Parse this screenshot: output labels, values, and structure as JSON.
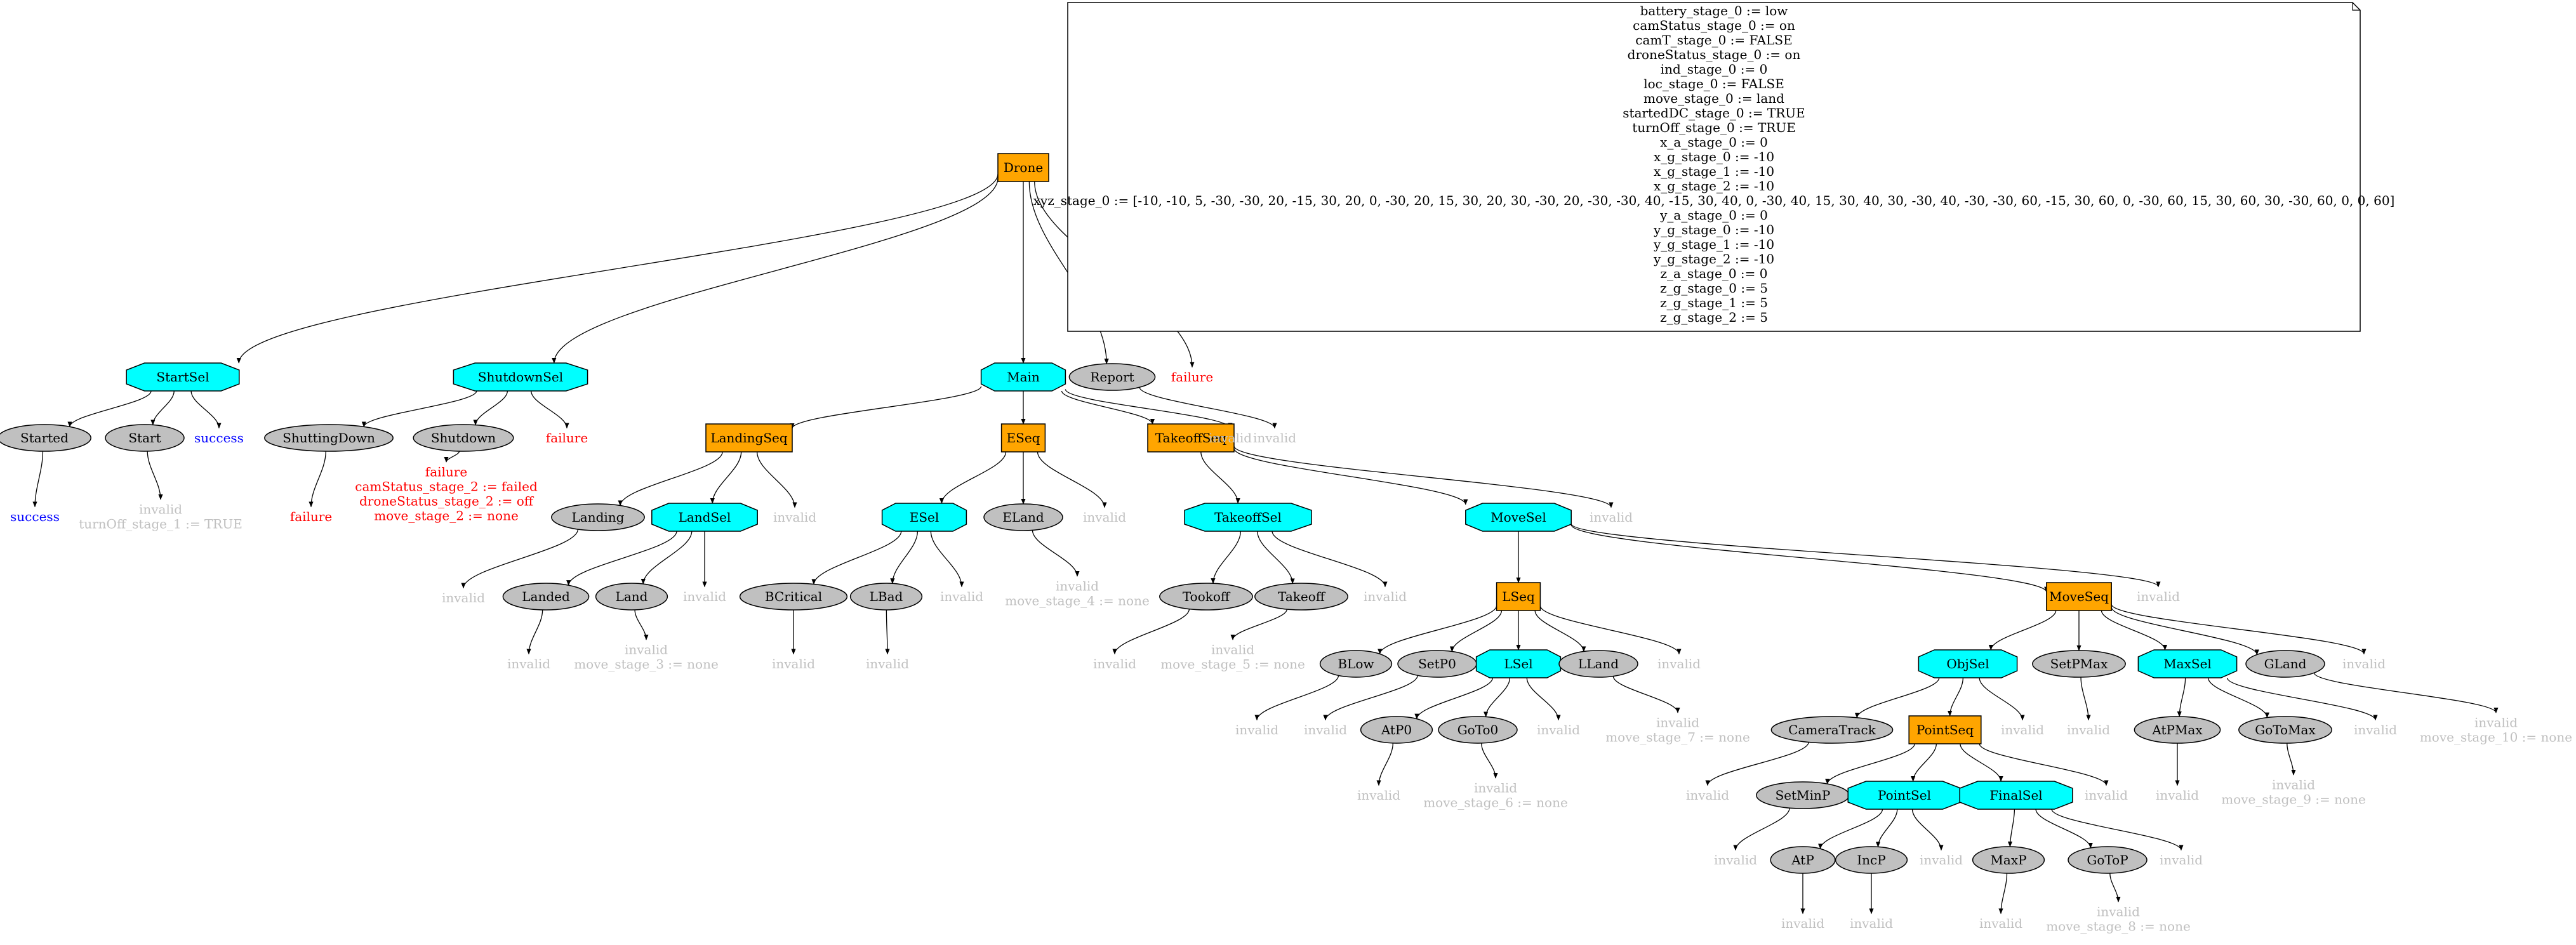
{
  "nodes": [
    {
      "id": "drone",
      "label": "Drone",
      "shape": "box",
      "color": "#ffa500"
    },
    {
      "id": "startsel",
      "label": "StartSel",
      "shape": "oct",
      "color": "#00ffff"
    },
    {
      "id": "shutdownsel",
      "label": "ShutdownSel",
      "shape": "oct",
      "color": "#00ffff"
    },
    {
      "id": "main",
      "label": "Main",
      "shape": "oct",
      "color": "#00ffff"
    },
    {
      "id": "report",
      "label": "Report",
      "shape": "ellipse",
      "color": "#c0c0c0"
    },
    {
      "id": "started",
      "label": "Started",
      "shape": "ellipse",
      "color": "#c0c0c0"
    },
    {
      "id": "start",
      "label": "Start",
      "shape": "ellipse",
      "color": "#c0c0c0"
    },
    {
      "id": "shuttingdown",
      "label": "ShuttingDown",
      "shape": "ellipse",
      "color": "#c0c0c0"
    },
    {
      "id": "shutdown",
      "label": "Shutdown",
      "shape": "ellipse",
      "color": "#c0c0c0"
    },
    {
      "id": "landingseq",
      "label": "LandingSeq",
      "shape": "box",
      "color": "#ffa500"
    },
    {
      "id": "eseq",
      "label": "ESeq",
      "shape": "box",
      "color": "#ffa500"
    },
    {
      "id": "takeoffseq",
      "label": "TakeoffSeq",
      "shape": "box",
      "color": "#ffa500"
    },
    {
      "id": "landing",
      "label": "Landing",
      "shape": "ellipse",
      "color": "#c0c0c0"
    },
    {
      "id": "landsel",
      "label": "LandSel",
      "shape": "oct",
      "color": "#00ffff"
    },
    {
      "id": "esel",
      "label": "ESel",
      "shape": "oct",
      "color": "#00ffff"
    },
    {
      "id": "eland",
      "label": "ELand",
      "shape": "ellipse",
      "color": "#c0c0c0"
    },
    {
      "id": "takeoffsel",
      "label": "TakeoffSel",
      "shape": "oct",
      "color": "#00ffff"
    },
    {
      "id": "movesel",
      "label": "MoveSel",
      "shape": "oct",
      "color": "#00ffff"
    },
    {
      "id": "landed",
      "label": "Landed",
      "shape": "ellipse",
      "color": "#c0c0c0"
    },
    {
      "id": "land",
      "label": "Land",
      "shape": "ellipse",
      "color": "#c0c0c0"
    },
    {
      "id": "bcritical",
      "label": "BCritical",
      "shape": "ellipse",
      "color": "#c0c0c0"
    },
    {
      "id": "lbad",
      "label": "LBad",
      "shape": "ellipse",
      "color": "#c0c0c0"
    },
    {
      "id": "tookoff",
      "label": "Tookoff",
      "shape": "ellipse",
      "color": "#c0c0c0"
    },
    {
      "id": "takeoff",
      "label": "Takeoff",
      "shape": "ellipse",
      "color": "#c0c0c0"
    },
    {
      "id": "lseq",
      "label": "LSeq",
      "shape": "box",
      "color": "#ffa500"
    },
    {
      "id": "moveseq",
      "label": "MoveSeq",
      "shape": "box",
      "color": "#ffa500"
    },
    {
      "id": "blow",
      "label": "BLow",
      "shape": "ellipse",
      "color": "#c0c0c0"
    },
    {
      "id": "setp0",
      "label": "SetP0",
      "shape": "ellipse",
      "color": "#c0c0c0"
    },
    {
      "id": "lsel",
      "label": "LSel",
      "shape": "oct",
      "color": "#00ffff"
    },
    {
      "id": "lland",
      "label": "LLand",
      "shape": "ellipse",
      "color": "#c0c0c0"
    },
    {
      "id": "atp0",
      "label": "AtP0",
      "shape": "ellipse",
      "color": "#c0c0c0"
    },
    {
      "id": "goto0",
      "label": "GoTo0",
      "shape": "ellipse",
      "color": "#c0c0c0"
    },
    {
      "id": "objsel",
      "label": "ObjSel",
      "shape": "oct",
      "color": "#00ffff"
    },
    {
      "id": "setpmax",
      "label": "SetPMax",
      "shape": "ellipse",
      "color": "#c0c0c0"
    },
    {
      "id": "maxsel",
      "label": "MaxSel",
      "shape": "oct",
      "color": "#00ffff"
    },
    {
      "id": "gland",
      "label": "GLand",
      "shape": "ellipse",
      "color": "#c0c0c0"
    },
    {
      "id": "cameratrack",
      "label": "CameraTrack",
      "shape": "ellipse",
      "color": "#c0c0c0"
    },
    {
      "id": "pointseq",
      "label": "PointSeq",
      "shape": "box",
      "color": "#ffa500"
    },
    {
      "id": "atpmax",
      "label": "AtPMax",
      "shape": "ellipse",
      "color": "#c0c0c0"
    },
    {
      "id": "gotomax",
      "label": "GoToMax",
      "shape": "ellipse",
      "color": "#c0c0c0"
    },
    {
      "id": "setminp",
      "label": "SetMinP",
      "shape": "ellipse",
      "color": "#c0c0c0"
    },
    {
      "id": "pointsel",
      "label": "PointSel",
      "shape": "oct",
      "color": "#00ffff"
    },
    {
      "id": "finalsel",
      "label": "FinalSel",
      "shape": "oct",
      "color": "#00ffff"
    },
    {
      "id": "atp",
      "label": "AtP",
      "shape": "ellipse",
      "color": "#c0c0c0"
    },
    {
      "id": "incp",
      "label": "IncP",
      "shape": "ellipse",
      "color": "#c0c0c0"
    },
    {
      "id": "maxp",
      "label": "MaxP",
      "shape": "ellipse",
      "color": "#c0c0c0"
    },
    {
      "id": "gotop",
      "label": "GoToP",
      "shape": "ellipse",
      "color": "#c0c0c0"
    }
  ],
  "status_labels": [
    {
      "id": "s_startsel",
      "lines": [
        "success"
      ],
      "color": "#0000ff"
    },
    {
      "id": "s_started",
      "lines": [
        "success"
      ],
      "color": "#0000ff"
    },
    {
      "id": "s_start",
      "lines": [
        "invalid",
        "turnOff_stage_1 := TRUE"
      ],
      "color": "#c0c0c0"
    },
    {
      "id": "s_shutdownsel",
      "lines": [
        "failure"
      ],
      "color": "#ff0000"
    },
    {
      "id": "s_shuttingdown",
      "lines": [
        "failure"
      ],
      "color": "#ff0000"
    },
    {
      "id": "s_shutdown",
      "lines": [
        "failure",
        "camStatus_stage_2 := failed",
        "droneStatus_stage_2 := off",
        "move_stage_2 := none"
      ],
      "color": "#ff0000"
    },
    {
      "id": "s_drone",
      "lines": [
        "failure"
      ],
      "color": "#ff0000"
    },
    {
      "id": "s_report",
      "lines": [
        "invalid"
      ],
      "color": "#c0c0c0"
    },
    {
      "id": "s_main",
      "lines": [
        "invalid"
      ],
      "color": "#c0c0c0"
    },
    {
      "id": "s_landingseq",
      "lines": [
        "invalid"
      ],
      "color": "#c0c0c0"
    },
    {
      "id": "s_landing",
      "lines": [
        "invalid"
      ],
      "color": "#c0c0c0"
    },
    {
      "id": "s_landsel",
      "lines": [
        "invalid"
      ],
      "color": "#c0c0c0"
    },
    {
      "id": "s_landed",
      "lines": [
        "invalid"
      ],
      "color": "#c0c0c0"
    },
    {
      "id": "s_land",
      "lines": [
        "invalid",
        "move_stage_3 := none"
      ],
      "color": "#c0c0c0"
    },
    {
      "id": "s_eseq",
      "lines": [
        "invalid"
      ],
      "color": "#c0c0c0"
    },
    {
      "id": "s_esel",
      "lines": [
        "invalid"
      ],
      "color": "#c0c0c0"
    },
    {
      "id": "s_bcritical",
      "lines": [
        "invalid"
      ],
      "color": "#c0c0c0"
    },
    {
      "id": "s_lbad",
      "lines": [
        "invalid"
      ],
      "color": "#c0c0c0"
    },
    {
      "id": "s_eland",
      "lines": [
        "invalid",
        "move_stage_4 := none"
      ],
      "color": "#c0c0c0"
    },
    {
      "id": "s_takeoffseq",
      "lines": [
        "invalid"
      ],
      "color": "#c0c0c0"
    },
    {
      "id": "s_takeoffsel",
      "lines": [
        "invalid"
      ],
      "color": "#c0c0c0"
    },
    {
      "id": "s_tookoff",
      "lines": [
        "invalid"
      ],
      "color": "#c0c0c0"
    },
    {
      "id": "s_takeoff",
      "lines": [
        "invalid",
        "move_stage_5 := none"
      ],
      "color": "#c0c0c0"
    },
    {
      "id": "s_movesel",
      "lines": [
        "invalid"
      ],
      "color": "#c0c0c0"
    },
    {
      "id": "s_lseq",
      "lines": [
        "invalid"
      ],
      "color": "#c0c0c0"
    },
    {
      "id": "s_blow",
      "lines": [
        "invalid"
      ],
      "color": "#c0c0c0"
    },
    {
      "id": "s_setp0",
      "lines": [
        "invalid"
      ],
      "color": "#c0c0c0"
    },
    {
      "id": "s_lsel",
      "lines": [
        "invalid"
      ],
      "color": "#c0c0c0"
    },
    {
      "id": "s_atp0",
      "lines": [
        "invalid"
      ],
      "color": "#c0c0c0"
    },
    {
      "id": "s_goto0",
      "lines": [
        "invalid",
        "move_stage_6 := none"
      ],
      "color": "#c0c0c0"
    },
    {
      "id": "s_lland",
      "lines": [
        "invalid",
        "move_stage_7 := none"
      ],
      "color": "#c0c0c0"
    },
    {
      "id": "s_moveseq",
      "lines": [
        "invalid"
      ],
      "color": "#c0c0c0"
    },
    {
      "id": "s_objsel",
      "lines": [
        "invalid"
      ],
      "color": "#c0c0c0"
    },
    {
      "id": "s_cameratrack",
      "lines": [
        "invalid"
      ],
      "color": "#c0c0c0"
    },
    {
      "id": "s_pointseq",
      "lines": [
        "invalid"
      ],
      "color": "#c0c0c0"
    },
    {
      "id": "s_setminp",
      "lines": [
        "invalid"
      ],
      "color": "#c0c0c0"
    },
    {
      "id": "s_pointsel",
      "lines": [
        "invalid"
      ],
      "color": "#c0c0c0"
    },
    {
      "id": "s_atp",
      "lines": [
        "invalid"
      ],
      "color": "#c0c0c0"
    },
    {
      "id": "s_incp",
      "lines": [
        "invalid"
      ],
      "color": "#c0c0c0"
    },
    {
      "id": "s_finalsel",
      "lines": [
        "invalid"
      ],
      "color": "#c0c0c0"
    },
    {
      "id": "s_maxp",
      "lines": [
        "invalid"
      ],
      "color": "#c0c0c0"
    },
    {
      "id": "s_gotop",
      "lines": [
        "invalid",
        "move_stage_8 := none"
      ],
      "color": "#c0c0c0"
    },
    {
      "id": "s_setpmax",
      "lines": [
        "invalid"
      ],
      "color": "#c0c0c0"
    },
    {
      "id": "s_maxsel",
      "lines": [
        "invalid"
      ],
      "color": "#c0c0c0"
    },
    {
      "id": "s_atpmax",
      "lines": [
        "invalid"
      ],
      "color": "#c0c0c0"
    },
    {
      "id": "s_gotomax",
      "lines": [
        "invalid",
        "move_stage_9 := none"
      ],
      "color": "#c0c0c0"
    },
    {
      "id": "s_gland",
      "lines": [
        "invalid",
        "move_stage_10 := none"
      ],
      "color": "#c0c0c0"
    }
  ],
  "edges": [
    [
      "drone",
      "startsel"
    ],
    [
      "drone",
      "shutdownsel"
    ],
    [
      "drone",
      "main"
    ],
    [
      "drone",
      "report"
    ],
    [
      "drone",
      "s_drone"
    ],
    [
      "startsel",
      "started"
    ],
    [
      "startsel",
      "start"
    ],
    [
      "startsel",
      "s_startsel"
    ],
    [
      "started",
      "s_started"
    ],
    [
      "start",
      "s_start"
    ],
    [
      "shutdownsel",
      "shuttingdown"
    ],
    [
      "shutdownsel",
      "shutdown"
    ],
    [
      "shutdownsel",
      "s_shutdownsel"
    ],
    [
      "shuttingdown",
      "s_shuttingdown"
    ],
    [
      "shutdown",
      "s_shutdown"
    ],
    [
      "report",
      "s_report"
    ],
    [
      "main",
      "landingseq"
    ],
    [
      "main",
      "eseq"
    ],
    [
      "main",
      "takeoffseq"
    ],
    [
      "main",
      "s_main"
    ],
    [
      "landingseq",
      "landing"
    ],
    [
      "landingseq",
      "landsel"
    ],
    [
      "landingseq",
      "s_landingseq"
    ],
    [
      "landing",
      "s_landing"
    ],
    [
      "landsel",
      "landed"
    ],
    [
      "landsel",
      "land"
    ],
    [
      "landsel",
      "s_landsel"
    ],
    [
      "landed",
      "s_landed"
    ],
    [
      "land",
      "s_land"
    ],
    [
      "eseq",
      "esel"
    ],
    [
      "eseq",
      "eland"
    ],
    [
      "eseq",
      "s_eseq"
    ],
    [
      "esel",
      "bcritical"
    ],
    [
      "esel",
      "lbad"
    ],
    [
      "esel",
      "s_esel"
    ],
    [
      "bcritical",
      "s_bcritical"
    ],
    [
      "lbad",
      "s_lbad"
    ],
    [
      "eland",
      "s_eland"
    ],
    [
      "takeoffseq",
      "takeoffsel"
    ],
    [
      "takeoffseq",
      "movesel"
    ],
    [
      "takeoffseq",
      "s_takeoffseq"
    ],
    [
      "takeoffsel",
      "tookoff"
    ],
    [
      "takeoffsel",
      "takeoff"
    ],
    [
      "takeoffsel",
      "s_takeoffsel"
    ],
    [
      "tookoff",
      "s_tookoff"
    ],
    [
      "takeoff",
      "s_takeoff"
    ],
    [
      "movesel",
      "lseq"
    ],
    [
      "movesel",
      "moveseq"
    ],
    [
      "movesel",
      "s_movesel"
    ],
    [
      "lseq",
      "blow"
    ],
    [
      "lseq",
      "setp0"
    ],
    [
      "lseq",
      "lsel"
    ],
    [
      "lseq",
      "lland"
    ],
    [
      "lseq",
      "s_lseq"
    ],
    [
      "blow",
      "s_blow"
    ],
    [
      "setp0",
      "s_setp0"
    ],
    [
      "lsel",
      "atp0"
    ],
    [
      "lsel",
      "goto0"
    ],
    [
      "lsel",
      "s_lsel"
    ],
    [
      "atp0",
      "s_atp0"
    ],
    [
      "goto0",
      "s_goto0"
    ],
    [
      "lland",
      "s_lland"
    ],
    [
      "moveseq",
      "objsel"
    ],
    [
      "moveseq",
      "setpmax"
    ],
    [
      "moveseq",
      "maxsel"
    ],
    [
      "moveseq",
      "gland"
    ],
    [
      "moveseq",
      "s_moveseq"
    ],
    [
      "objsel",
      "cameratrack"
    ],
    [
      "objsel",
      "pointseq"
    ],
    [
      "objsel",
      "s_objsel"
    ],
    [
      "cameratrack",
      "s_cameratrack"
    ],
    [
      "pointseq",
      "setminp"
    ],
    [
      "pointseq",
      "pointsel"
    ],
    [
      "pointseq",
      "finalsel"
    ],
    [
      "pointseq",
      "s_pointseq"
    ],
    [
      "setminp",
      "s_setminp"
    ],
    [
      "pointsel",
      "atp"
    ],
    [
      "pointsel",
      "incp"
    ],
    [
      "pointsel",
      "s_pointsel"
    ],
    [
      "atp",
      "s_atp"
    ],
    [
      "incp",
      "s_incp"
    ],
    [
      "finalsel",
      "maxp"
    ],
    [
      "finalsel",
      "gotop"
    ],
    [
      "finalsel",
      "s_finalsel"
    ],
    [
      "maxp",
      "s_maxp"
    ],
    [
      "gotop",
      "s_gotop"
    ],
    [
      "setpmax",
      "s_setpmax"
    ],
    [
      "maxsel",
      "atpmax"
    ],
    [
      "maxsel",
      "gotomax"
    ],
    [
      "maxsel",
      "s_maxsel"
    ],
    [
      "atpmax",
      "s_atpmax"
    ],
    [
      "gotomax",
      "s_gotomax"
    ],
    [
      "gland",
      "s_gland"
    ]
  ],
  "note": {
    "lines": [
      "battery_stage_0 := low",
      "camStatus_stage_0 := on",
      "camT_stage_0 := FALSE",
      "droneStatus_stage_0 := on",
      "ind_stage_0 := 0",
      "loc_stage_0 := FALSE",
      "move_stage_0 := land",
      "startedDC_stage_0 := TRUE",
      "turnOff_stage_0 := TRUE",
      "x_a_stage_0 := 0",
      "x_g_stage_0 := -10",
      "x_g_stage_1 := -10",
      "x_g_stage_2 := -10",
      "xyz_stage_0 := [-10, -10, 5, -30, -30, 20, -15, 30, 20, 0, -30, 20, 15, 30, 20, 30, -30, 20, -30, -30, 40, -15, 30, 40, 0, -30, 40, 15, 30, 40, 30, -30, 40, -30, -30, 60, -15, 30, 60, 0, -30, 60, 15, 30, 60, 30, -30, 60, 0, 0, 60]",
      "y_a_stage_0 := 0",
      "y_g_stage_0 := -10",
      "y_g_stage_1 := -10",
      "y_g_stage_2 := -10",
      "z_a_stage_0 := 0",
      "z_g_stage_0 := 5",
      "z_g_stage_1 := 5",
      "z_g_stage_2 := 5"
    ]
  }
}
